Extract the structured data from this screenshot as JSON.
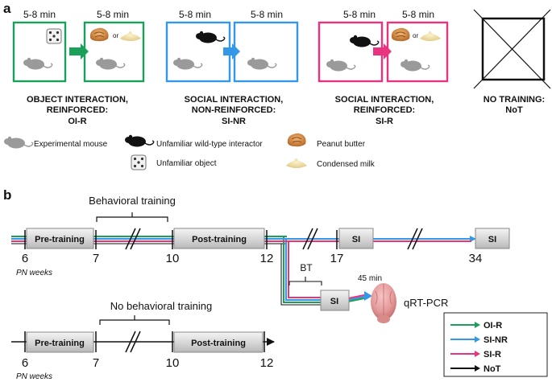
{
  "panel_a": {
    "label": "a",
    "duration": "5-8 min",
    "or_text": "or",
    "conditions": [
      {
        "line1": "OBJECT INTERACTION,",
        "line2": "REINFORCED:",
        "line3": "OI-R",
        "color": "#1aa05a"
      },
      {
        "line1": "SOCIAL INTERACTION,",
        "line2": "NON-REINFORCED:",
        "line3": "SI-NR",
        "color": "#3399e6"
      },
      {
        "line1": "SOCIAL INTERACTION,",
        "line2": "REINFORCED:",
        "line3": "SI-R",
        "color": "#e8337f"
      },
      {
        "line1": "NO TRAINING:",
        "line2": "NoT",
        "color": "#111111"
      }
    ],
    "key": {
      "experimental_mouse": "Experimental mouse",
      "interactor": "Unfamiliar wild-type interactor",
      "peanut_butter": "Peanut butter",
      "object": "Unfamiliar object",
      "condensed_milk": "Condensed milk"
    }
  },
  "panel_b": {
    "label": "b",
    "behavioral_training": "Behavioral training",
    "no_behavioral_training": "No behavioral training",
    "pre_training": "Pre-training",
    "post_training": "Post-training",
    "si": "SI",
    "bt": "BT",
    "minutes": "45 min",
    "qrt": "qRT-PCR",
    "weeks_label": "PN weeks",
    "ticks": [
      "6",
      "7",
      "10",
      "12",
      "17",
      "34"
    ],
    "legend": [
      {
        "label": "OI-R",
        "color": "#1aa05a"
      },
      {
        "label": "SI-NR",
        "color": "#3399e6"
      },
      {
        "label": "SI-R",
        "color": "#e8337f"
      },
      {
        "label": "NoT",
        "color": "#111111"
      }
    ]
  }
}
